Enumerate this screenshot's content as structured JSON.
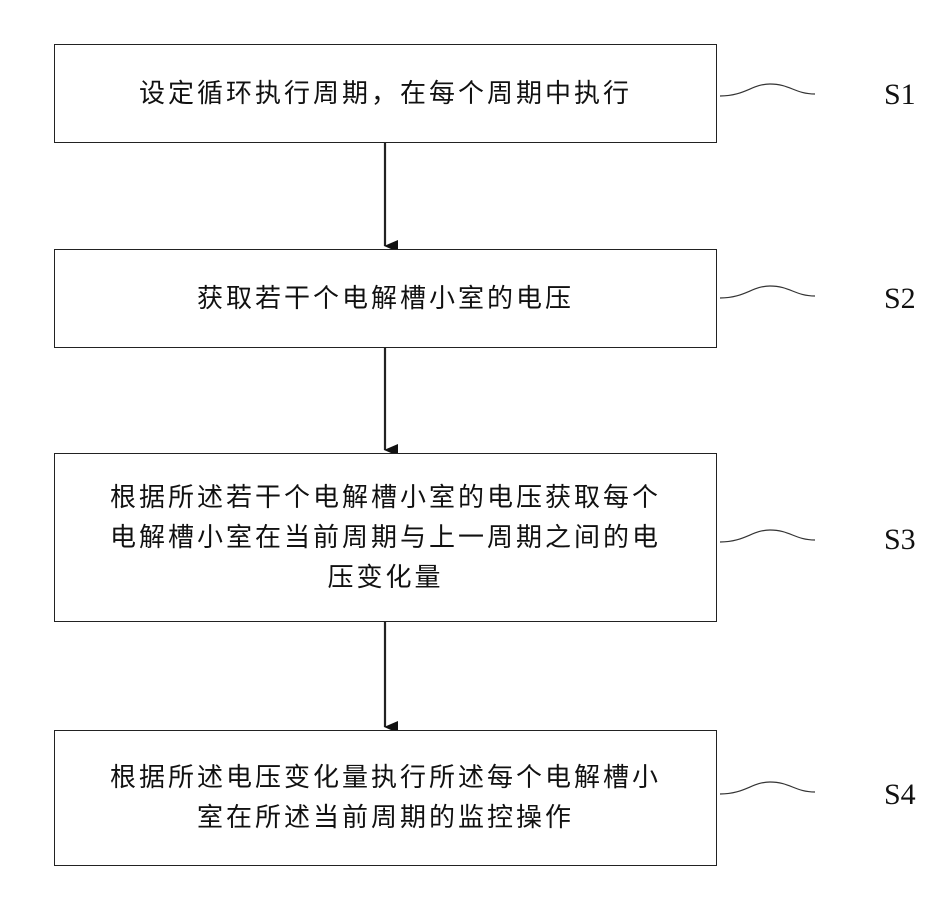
{
  "steps": [
    {
      "id": "S1",
      "text": "设定循环执行周期，在每个周期中执行",
      "label": "S1"
    },
    {
      "id": "S2",
      "text": "获取若干个电解槽小室的电压",
      "label": "S2"
    },
    {
      "id": "S3",
      "text": "根据所述若干个电解槽小室的电压获取每个\n电解槽小室在当前周期与上一周期之间的电\n压变化量",
      "label": "S3"
    },
    {
      "id": "S4",
      "text": "根据所述电压变化量执行所述每个电解槽小\n室在所述当前周期的监控操作",
      "label": "S4"
    }
  ],
  "colors": {
    "line": "#222222",
    "text": "#111111",
    "background": "#ffffff"
  }
}
